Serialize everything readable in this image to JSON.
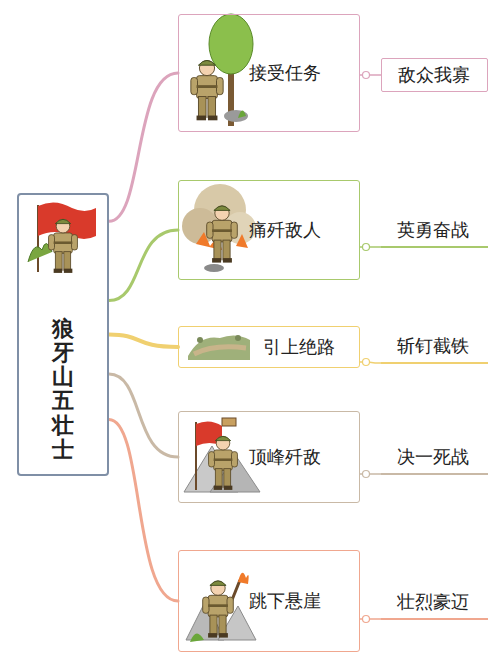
{
  "diagram": {
    "nodes": [
      {
        "text": [
          "狼牙山五壮士"
        ]
      },
      {
        "text": [
          "接受任务"
        ]
      },
      {
        "text": [
          "敌众我寡"
        ]
      },
      {
        "text": [
          "痛歼敌人"
        ]
      },
      {
        "text": [
          "英勇奋战"
        ]
      },
      {
        "text": [
          "引上绝路"
        ]
      },
      {
        "text": [
          "斩钉截铁"
        ]
      },
      {
        "text": [
          "顶峰歼敌"
        ]
      },
      {
        "text": [
          "决一死战"
        ]
      },
      {
        "text": [
          "跳下悬崖"
        ]
      },
      {
        "text": [
          "壮烈豪迈"
        ]
      }
    ],
    "edges": [
      {
        "from": 0,
        "to": 1,
        "arrow": "none"
      },
      {
        "from": 1,
        "to": 2,
        "arrow": "none"
      },
      {
        "from": 0,
        "to": 3,
        "arrow": "none"
      },
      {
        "from": 3,
        "to": 4,
        "arrow": "none"
      },
      {
        "from": 0,
        "to": 5,
        "arrow": "none"
      },
      {
        "from": 5,
        "to": 6,
        "arrow": "none"
      },
      {
        "from": 0,
        "to": 7,
        "arrow": "none"
      },
      {
        "from": 7,
        "to": 8,
        "arrow": "none"
      },
      {
        "from": 0,
        "to": 9,
        "arrow": "none"
      },
      {
        "from": 9,
        "to": 10,
        "arrow": "none"
      }
    ]
  }
}
